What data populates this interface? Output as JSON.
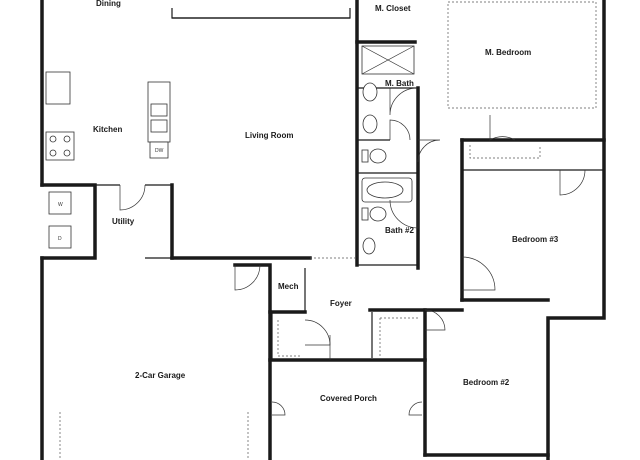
{
  "rooms": {
    "dining": "Dining",
    "m_closet": "M. Closet",
    "m_bedroom": "M. Bedroom",
    "m_bath": "M. Bath",
    "kitchen": "Kitchen",
    "living_room": "Living Room",
    "utility": "Utility",
    "bedroom_3": "Bedroom #3",
    "bath_2": "Bath #2",
    "mech": "Mech",
    "foyer": "Foyer",
    "garage": "2-Car Garage",
    "covered_porch": "Covered Porch",
    "bedroom_2": "Bedroom #2"
  },
  "fixture_labels": {
    "dishwasher": "DW",
    "washer": "W",
    "dryer": "D"
  }
}
